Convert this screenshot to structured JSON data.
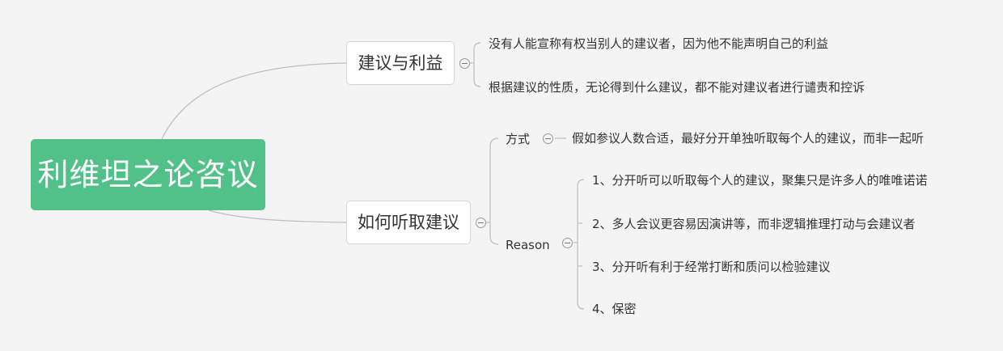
{
  "mindmap": {
    "root": {
      "label": "利维坦之论咨议"
    },
    "branches": [
      {
        "label": "建议与利益",
        "children": [
          "没有人能宣称有权当别人的建议者，因为他不能声明自己的利益",
          "根据建议的性质，无论得到什么建议，都不能对建议者进行谴责和控诉"
        ]
      },
      {
        "label": "如何听取建议",
        "subnodes": [
          {
            "label": "方式",
            "children": [
              "假如参议人数合适，最好分开单独听取每个人的建议，而非一起听"
            ]
          },
          {
            "label": "Reason",
            "children": [
              "1、分开听可以听取每个人的建议，聚集只是许多人的唯唯诺诺",
              "2、多人会议更容易因演讲等，而非逻辑推理打动与会建议者",
              "3、分开听有利于经常打断和质问以检验建议",
              "4、保密"
            ]
          }
        ]
      }
    ],
    "colors": {
      "root": "#52c189",
      "background": "#f4f4f4",
      "connector": "#bdbdbd"
    }
  }
}
